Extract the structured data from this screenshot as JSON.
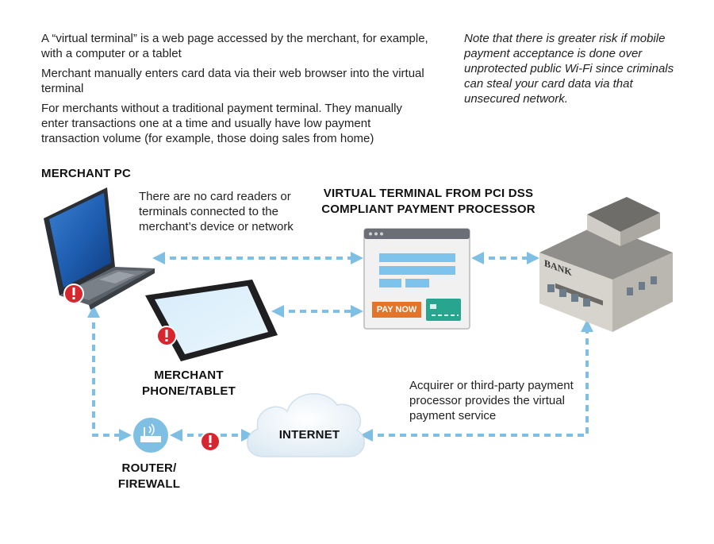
{
  "intro": {
    "p1": "A “virtual terminal” is a web page accessed by the merchant, for example, with a computer or a tablet",
    "p2": "Merchant manually enters card data via their web browser into the virtual terminal",
    "p3": "For merchants without a traditional payment terminal. They manually enter transactions one at a time and usually have low payment transaction volume (for example, those doing sales from home)"
  },
  "note": "Note that there is greater risk if mobile payment acceptance is done over unprotected public Wi-Fi since criminals can steal your card data via that unsecured network.",
  "labels": {
    "merchant_pc": "MERCHANT PC",
    "no_readers": "There are no card readers or terminals connected to the merchant’s device or network",
    "virtual_terminal": "VIRTUAL TERMINAL FROM PCI DSS COMPLIANT PAYMENT PROCESSOR",
    "phone_tablet": "MERCHANT PHONE/TABLET",
    "router": "ROUTER/ FIREWALL",
    "internet": "INTERNET",
    "acquirer": "Acquirer or third-party payment processor provides the virtual payment service",
    "bank": "BANK",
    "pay_now": "PAY NOW"
  },
  "colors": {
    "arrow": "#7fbfe3",
    "warning": "#d7262e",
    "terminal_field": "#7ec3ec",
    "pay_button": "#e3742a",
    "card": "#27a58e"
  }
}
